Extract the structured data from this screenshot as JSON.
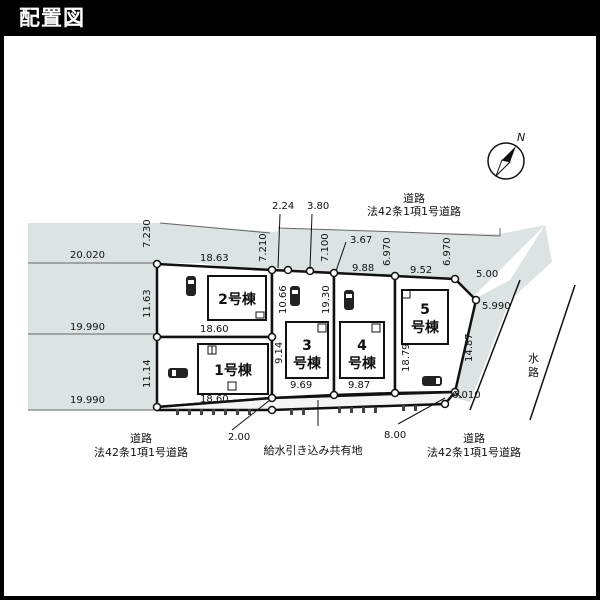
{
  "title": "配置図",
  "north": "N",
  "roads": {
    "top": {
      "line1": "道路",
      "line2": "法42条1項1号道路"
    },
    "bottom_left": {
      "line1": "道路",
      "line2": "法42条1項1号道路"
    },
    "bottom_right": {
      "line1": "道路",
      "line2": "法42条1項1号道路"
    },
    "waterway": "水路"
  },
  "common_area": "給水引き込み共有地",
  "buildings": {
    "b1": "1号棟",
    "b2": "2号棟",
    "b3_num": "3",
    "b3": "号棟",
    "b4_num": "4",
    "b4": "号棟",
    "b5_num": "5",
    "b5": "号棟"
  },
  "dims": {
    "n7230": "7.230",
    "n20020": "20.020",
    "n19990a": "19.990",
    "n19990b": "19.990",
    "n1863": "18.63",
    "n1163": "11.63",
    "n1860a": "18.60",
    "n1114": "11.14",
    "n1860b": "18.60",
    "n224": "2.24",
    "n380": "3.80",
    "n7210": "7.210",
    "n7100": "7.100",
    "n367": "3.67",
    "n988": "9.88",
    "n6970a": "6.970",
    "n952": "9.52",
    "n6970b": "6.970",
    "n500": "5.00",
    "n5990": "5.990",
    "n1066": "10.66",
    "n1930": "19.30",
    "n914": "9.14",
    "n969": "9.69",
    "n987": "9.87",
    "n1879": "18.79",
    "n1487": "14.87",
    "n6010": "6.010",
    "n200": "2.00",
    "n800": "8.00"
  }
}
